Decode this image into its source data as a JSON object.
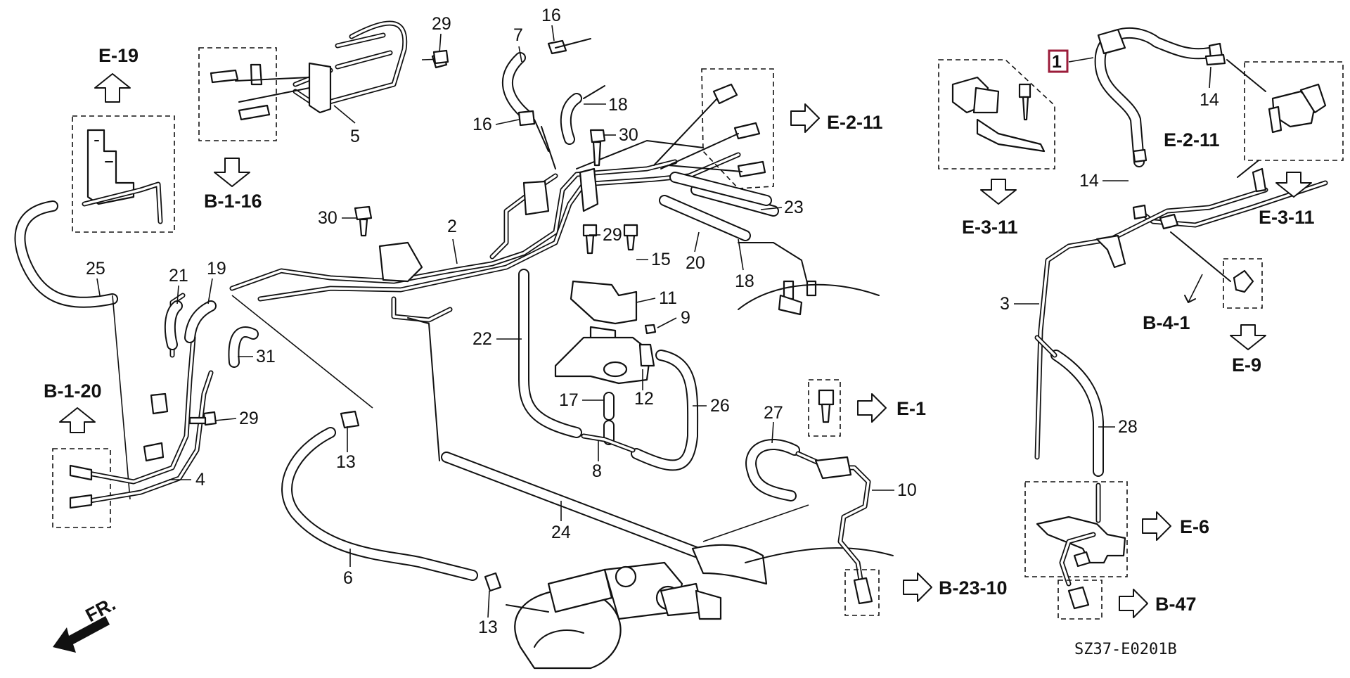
{
  "diagram": {
    "code": "SZ37-E0201B",
    "direction_label": "FR.",
    "highlight_color": "#9b1c3a",
    "highlighted_part": "1",
    "part_numbers": {
      "p1": "1",
      "p2": "2",
      "p3": "3",
      "p4": "4",
      "p5": "5",
      "p6": "6",
      "p7": "7",
      "p8": "8",
      "p9": "9",
      "p10": "10",
      "p11": "11",
      "p12": "12",
      "p13": "13",
      "p14": "14",
      "p15": "15",
      "p16": "16",
      "p17": "17",
      "p18": "18",
      "p19": "19",
      "p20": "20",
      "p21": "21",
      "p22": "22",
      "p23": "23",
      "p24": "24",
      "p25": "25",
      "p26": "26",
      "p27": "27",
      "p28": "28",
      "p29": "29",
      "p30": "30",
      "p31": "31"
    },
    "refs": {
      "e19": "E-19",
      "b116": "B-1-16",
      "e211": "E-2-11",
      "b120": "B-1-20",
      "e1": "E-1",
      "b2310": "B-23-10",
      "e311": "E-3-11",
      "b41": "B-4-1",
      "e9": "E-9",
      "e6": "E-6",
      "b47": "B-47"
    }
  }
}
